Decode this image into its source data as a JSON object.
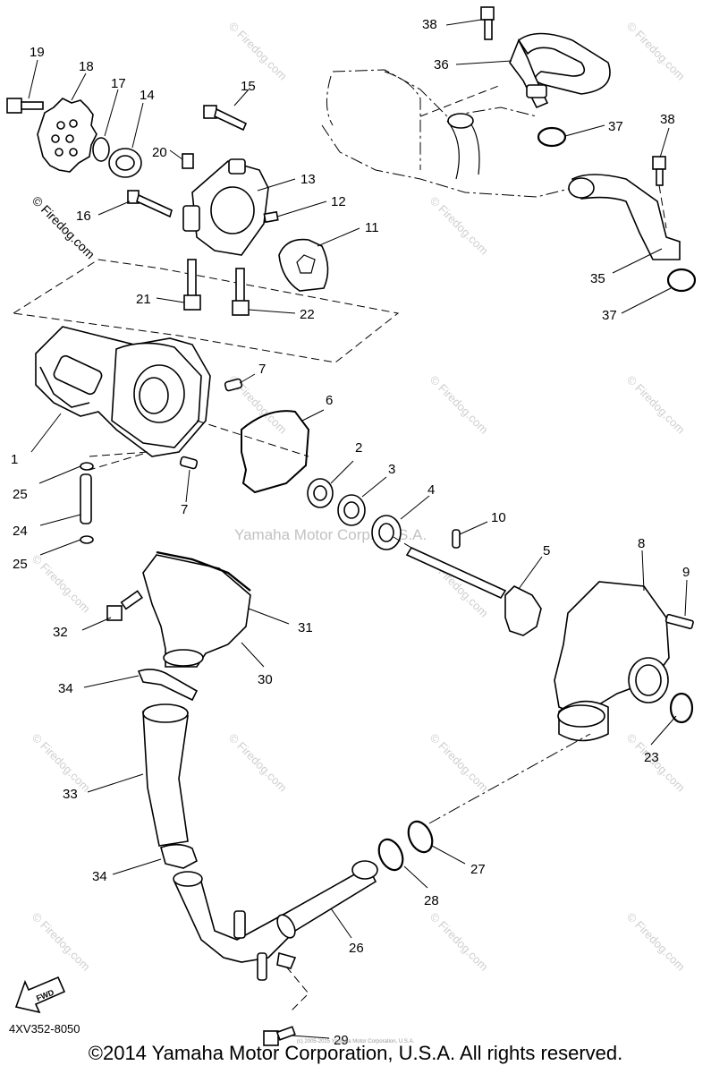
{
  "diagram": {
    "drawing_code": "4XV352-8050",
    "center_watermark": "Yamaha Motor Corp., U.S.A.",
    "watermark": "© Firedog.com",
    "copyright_small": "(c) 2005-2015 Yamaha Motor Corporation, U.S.A.",
    "copyright": "©2014 Yamaha Motor Corporation, U.S.A. All rights reserved.",
    "fwd_label": "FWD",
    "callouts": [
      "1",
      "2",
      "3",
      "4",
      "5",
      "6",
      "7",
      "7",
      "8",
      "9",
      "10",
      "11",
      "12",
      "13",
      "14",
      "15",
      "16",
      "17",
      "18",
      "19",
      "20",
      "21",
      "22",
      "23",
      "24",
      "25",
      "25",
      "26",
      "27",
      "28",
      "29",
      "30",
      "31",
      "32",
      "33",
      "34",
      "34",
      "35",
      "36",
      "37",
      "37",
      "38",
      "38"
    ]
  }
}
